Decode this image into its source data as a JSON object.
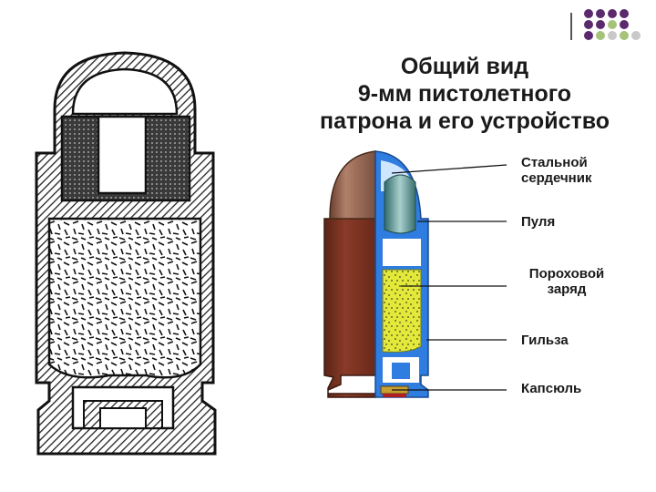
{
  "title": {
    "line1": "Общий вид",
    "line2": "9-мм пистолетного",
    "line3": "патрона и его устройство"
  },
  "labels": {
    "steel_core_1": "Стальной",
    "steel_core_2": "сердечник",
    "bullet": "Пуля",
    "powder_1": "Пороховой",
    "powder_2": "заряд",
    "case": "Гильза",
    "primer": "Капсюль"
  },
  "colors": {
    "case_brown": "#7a3522",
    "bullet_copper": "#9a6a4a",
    "jacket_blue": "#2f7de0",
    "core_teal": "#4a8a8a",
    "powder_yellow": "#e3e83a",
    "dot_purple": "#5b2a6e",
    "dot_green": "#a6c37a",
    "dot_gray": "#c8c8c8"
  },
  "icons": {
    "corner_decoration": "dot-grid-icon"
  }
}
